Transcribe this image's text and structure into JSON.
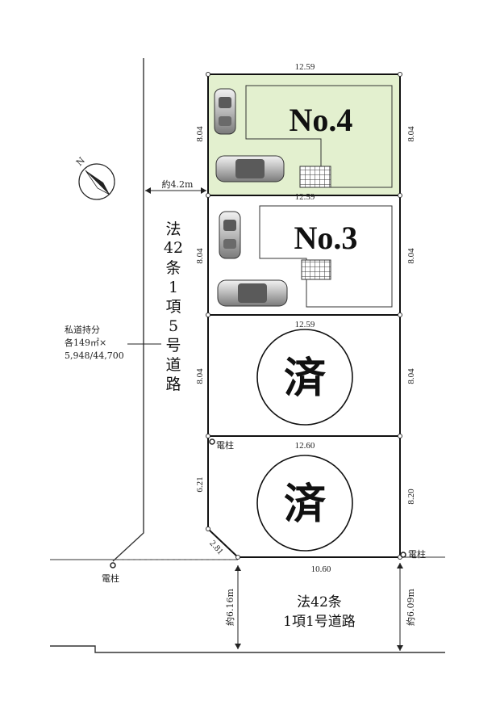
{
  "lots": {
    "no4": {
      "name": "No.4",
      "top": "12.59",
      "left": "8.04",
      "right": "8.04",
      "bottom": "12.59",
      "fill": "#e3f0cf"
    },
    "no3": {
      "name": "No.3",
      "left": "8.04",
      "right": "8.04"
    },
    "sold1": {
      "label": "済",
      "top": "12.59",
      "left": "8.04",
      "right": "8.04"
    },
    "sold2": {
      "label": "済",
      "top": "12.60",
      "left": "6.21",
      "right": "8.20",
      "corner": "2.81",
      "bottom": "10.60"
    }
  },
  "private_road": {
    "name_chars": [
      "法",
      "42",
      "条",
      "1",
      "項",
      "5",
      "号",
      "道",
      "路"
    ],
    "setback": "約4.2m",
    "share_line1": "私道持分",
    "share_line2": "各149㎡×",
    "share_line3": "5,948/44,700"
  },
  "public_road": {
    "line1": "法42条",
    "line2": "1項1号道路",
    "width_left": "約6.16m",
    "width_right": "約6.09m"
  },
  "utility_pole": "電柱",
  "compass_label": "N"
}
